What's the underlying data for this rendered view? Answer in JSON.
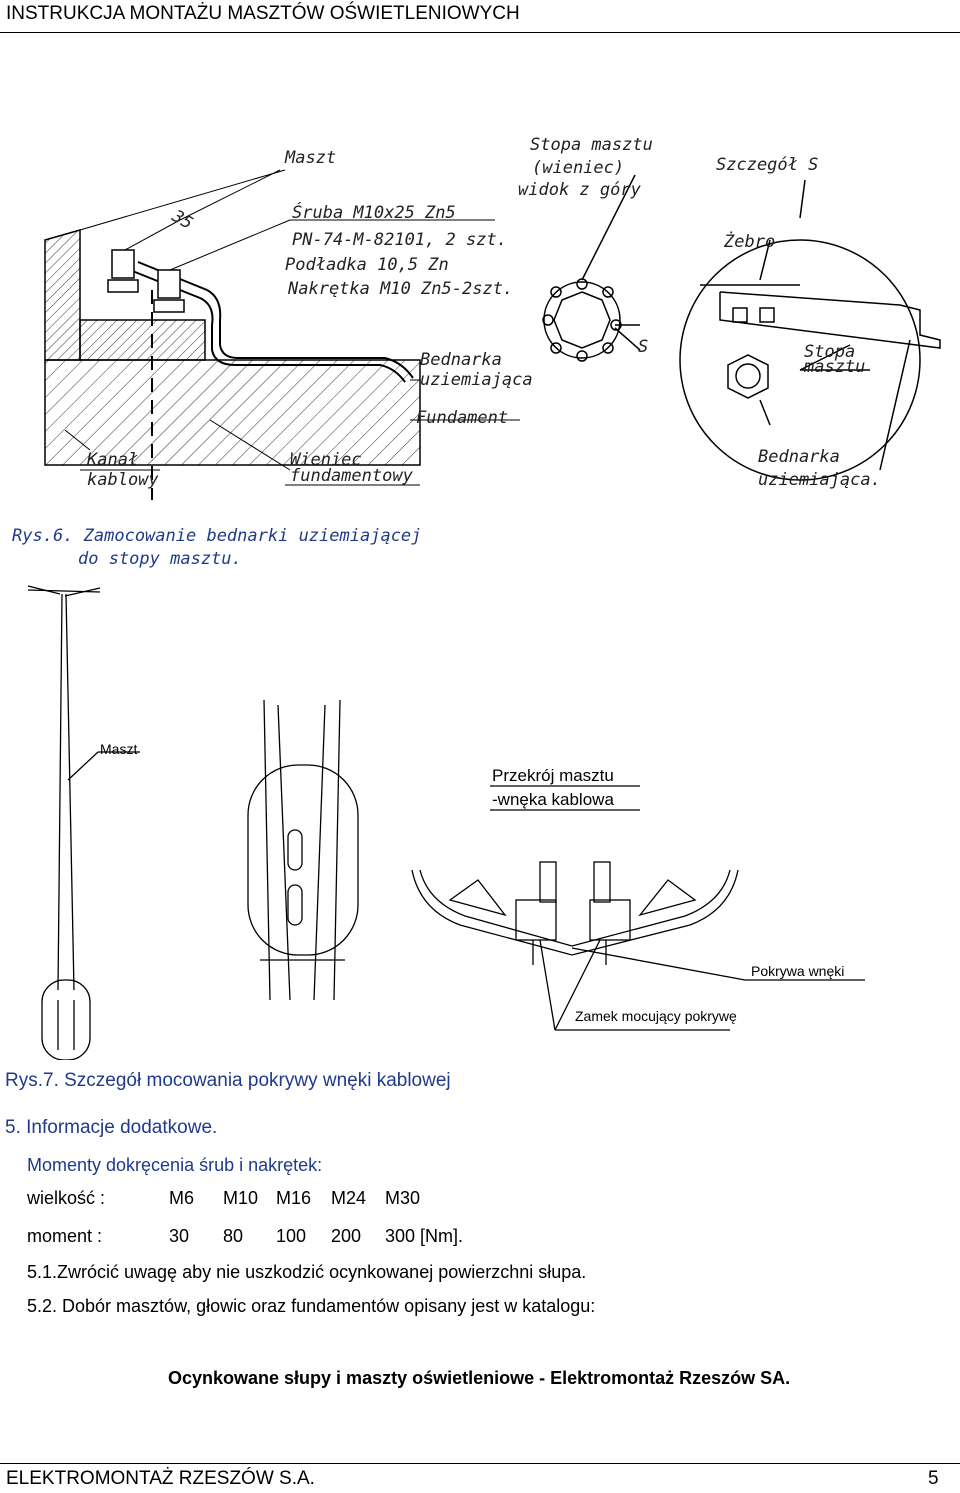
{
  "header": {
    "title": "INSTRUKCJA MONTAŻU MASZTÓW OŚWIETLENIOWYCH"
  },
  "fig6": {
    "labels": {
      "maszt": "Maszt",
      "dim35": "35",
      "sruba1": "Śruba M10x25 Zn5",
      "sruba2": "PN-74-M-82101, 2 szt.",
      "podkladka": "Podładka 10,5 Zn",
      "nakretka": "Nakrętka M10 Zn5-2szt.",
      "stopa1": "Stopa masztu",
      "stopa2": "(wieniec)",
      "stopa3": "widok z góry",
      "szczegol": "Szczegół S",
      "zebro": "Żebro",
      "s_mark": "S",
      "stopa_m1": "Stopa",
      "stopa_m2": "masztu",
      "bednarka1": "Bednarka",
      "bednarka2": "uziemiająca",
      "fundament": "Fundament",
      "kanal1": "Kanał",
      "kanal2": "kablowy",
      "wieniec1": "Wieniec",
      "wieniec2": "fundamentowy",
      "bednarka3": "Bednarka",
      "bednarka4": "uziemiająca."
    },
    "caption1": "Rys.6. Zamocowanie bednarki uziemiającej",
    "caption2": "do stopy masztu."
  },
  "fig7": {
    "labels": {
      "maszt": "Maszt",
      "przekroj1": "Przekrój masztu",
      "przekroj2": "-wnęka kablowa",
      "pokrywa": "Pokrywa wnęki",
      "zamek": "Zamek mocujący pokrywę"
    },
    "caption": "Rys.7. Szczegół mocowania pokrywy wnęki kablowej"
  },
  "section5": {
    "heading": "5. Informacje dodatkowe.",
    "moments_title": "Momenty dokręcenia śrub i nakrętek:",
    "size_label": "wielkość :",
    "sizes": [
      "M6",
      "M10",
      "M16",
      "M24",
      "M30"
    ],
    "moment_label": "moment :",
    "moments": [
      "30",
      "80",
      "100",
      "200",
      "300 [Nm]."
    ],
    "p51": "5.1.Zwrócić uwagę aby nie uszkodzić ocynkowanej powierzchni słupa.",
    "p52": "5.2. Dobór masztów, głowic oraz fundamentów opisany jest w katalogu:",
    "catalog": "Ocynkowane słupy i maszty oświetleniowe - Elektromontaż Rzeszów SA."
  },
  "footer": {
    "company": "ELEKTROMONTAŻ RZESZÓW S.A.",
    "page": "5"
  },
  "colors": {
    "accent_blue": "#1f3a8a",
    "line": "#000000"
  }
}
